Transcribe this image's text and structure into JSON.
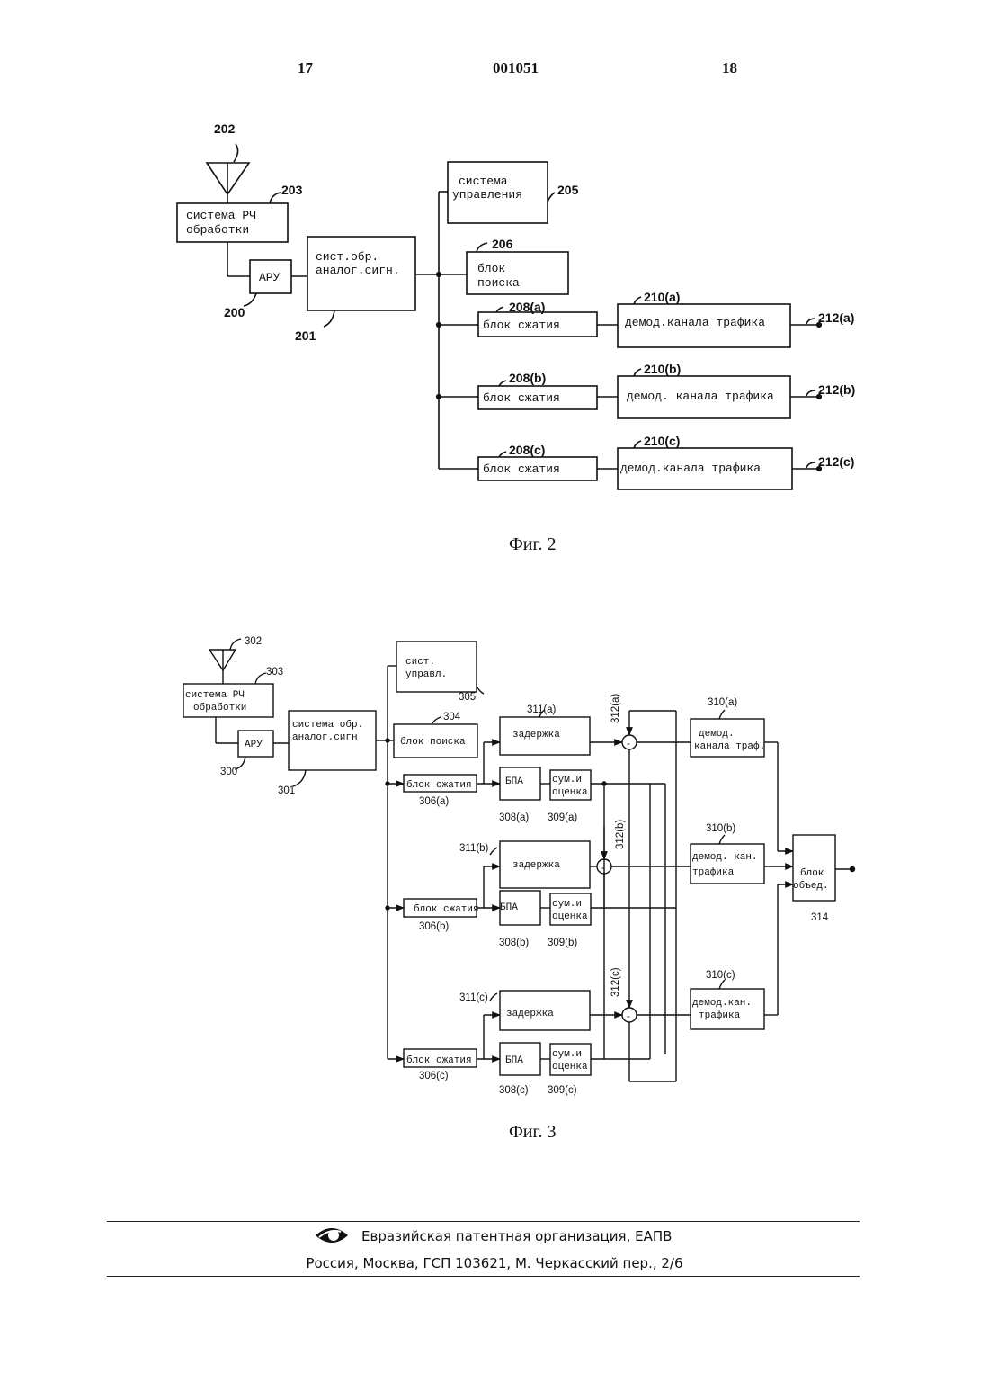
{
  "header": {
    "page_left": "17",
    "doc_number": "001051",
    "page_right": "18"
  },
  "fig2": {
    "caption": "Фиг. 2",
    "blocks": {
      "rf": [
        "система РЧ",
        "обработки"
      ],
      "agc": "АРУ",
      "analog": [
        "сист.обр.",
        "аналог.сигн."
      ],
      "control": [
        "система",
        "управления"
      ],
      "search": [
        "блок",
        "поиска"
      ],
      "despread_a": "блок сжатия",
      "despread_b": "блок сжатия",
      "despread_c": "блок сжатия",
      "demod_a": "демод.канала трафика",
      "demod_b": "демод. канала трафика",
      "demod_c": "демод.канала трафика"
    },
    "refs": {
      "antenna": "202",
      "rf": "203",
      "agc": "200",
      "analog": "201",
      "control": "205",
      "search": "206",
      "despread_a": "208(a)",
      "despread_b": "208(b)",
      "despread_c": "208(c)",
      "demod_a": "210(a)",
      "demod_b": "210(b)",
      "demod_c": "210(c)",
      "out_a": "212(a)",
      "out_b": "212(b)",
      "out_c": "212(c)"
    }
  },
  "fig3": {
    "caption": "Фиг. 3",
    "blocks": {
      "rf": [
        "система РЧ",
        "обработки"
      ],
      "agc": "АРУ",
      "analog": [
        "система обр.",
        "аналог.сигн"
      ],
      "control": [
        "сист.",
        "управл."
      ],
      "search": "блок поиска",
      "despread_a": "блок сжатия",
      "despread_b": "блок сжатия",
      "despread_c": "блок сжатия",
      "delay_a": "задержка",
      "delay_b": "задержка",
      "delay_c": "задержка",
      "fht_a": "БПА",
      "fht_b": "БПА",
      "fht_c": "БПА",
      "sum_a": [
        "сум.и",
        "оценка"
      ],
      "sum_b": [
        "сум.и",
        "оценка"
      ],
      "sum_c": [
        "сум.и",
        "оценка"
      ],
      "demod_a": [
        "демод.",
        "канала траф."
      ],
      "demod_b": [
        "демод. кан.",
        "трафика"
      ],
      "demod_c": [
        "демод.кан.",
        "трафика"
      ],
      "combiner": [
        "блок",
        "объед."
      ],
      "subtract_symbol": "-"
    },
    "refs": {
      "antenna": "302",
      "rf": "303",
      "agc": "300",
      "analog": "301",
      "search": "304",
      "control": "305",
      "despread_a": "306(a)",
      "despread_b": "306(b)",
      "despread_c": "306(c)",
      "fht_a": "308(a)",
      "fht_b": "308(b)",
      "fht_c": "308(c)",
      "sum_a": "309(a)",
      "sum_b": "309(b)",
      "sum_c": "309(c)",
      "delay_a": "311(a)",
      "delay_b": "311(b)",
      "delay_c": "311(c)",
      "subtract_a": "312(a)",
      "subtract_b": "312(b)",
      "subtract_c": "312(c)",
      "demod_a": "310(a)",
      "demod_b": "310(b)",
      "demod_c": "310(c)",
      "combiner": "314"
    }
  },
  "footer": {
    "organization": "Евразийская патентная организация, ЕАПВ",
    "address": "Россия, Москва, ГСП 103621, М. Черкасский пер., 2/6",
    "logo_icon": "eapo-eye-logo-icon"
  }
}
